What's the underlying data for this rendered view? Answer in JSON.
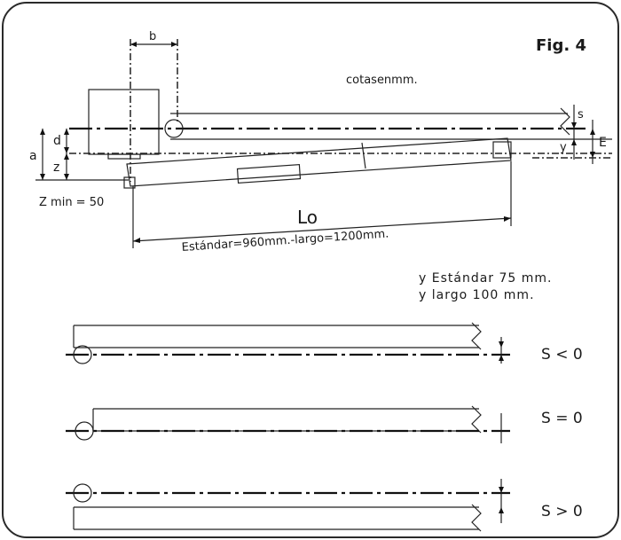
{
  "figure": {
    "title": "Fig. 4",
    "units_note": "cotasenmm.",
    "dim_b": "b",
    "dim_a": "a",
    "dim_d": "d",
    "dim_z": "z",
    "dim_s": "s",
    "dim_y": "y",
    "dim_E": "E",
    "zmin": "Z min = 50",
    "lo": "Lo",
    "lo_lengths": "Estándar=960mm.-largo=1200mm.",
    "y_standard": "y  Estándar  75  mm.",
    "y_long": "y   largo   100   mm."
  },
  "cases": [
    {
      "label": "S  < 0"
    },
    {
      "label": "S  = 0"
    },
    {
      "label": "S  > 0"
    }
  ]
}
